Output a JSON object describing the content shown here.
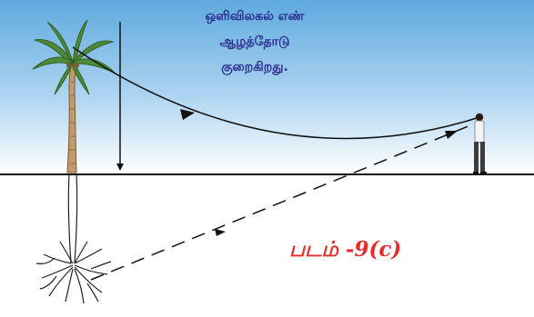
{
  "caption": {
    "lines": [
      "ஒளிவிலகல் எண்",
      "ஆழத்தோடு",
      "குறைகிறது."
    ]
  },
  "figure_label": "படம்  -9(c)",
  "colors": {
    "sky_top": "#5ea9df",
    "sky_bottom": "#ffffff",
    "ground_line": "#111111",
    "caption_text": "#2b2f8f",
    "label_text": "#e0312f"
  }
}
